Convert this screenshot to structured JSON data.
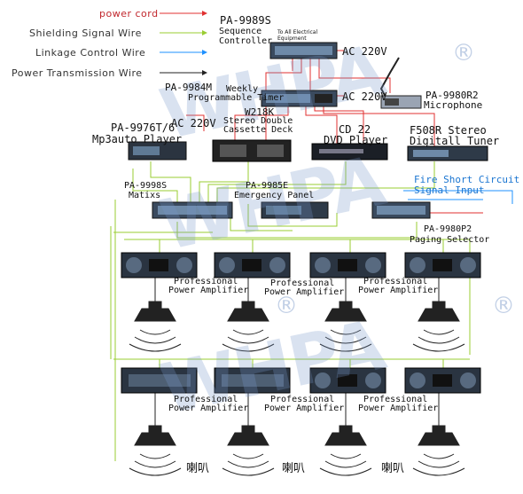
{
  "legend": {
    "power_cord": "power cord",
    "shielding": "Shielding Signal Wire",
    "linkage": "Linkage Control Wire",
    "transmission": "Power Transmission Wire"
  },
  "colors": {
    "power": "#e03030",
    "shielding": "#9acd32",
    "linkage": "#1e90ff",
    "transmission": "#222222",
    "watermark": "#7896c8"
  },
  "devices": {
    "sequence_model": "PA-9989S",
    "sequence_name_1": "Sequence",
    "sequence_name_2": "Controller",
    "sequence_port_1": "To All Electrical",
    "sequence_port_2": "Equipment",
    "ac1": "AC 220V",
    "timer_model": "PA-9984M",
    "timer_name_1": "Weekly",
    "timer_name_2": "Programmable Timer",
    "ac2": "AC 220V",
    "mic_model": "PA-9980R2",
    "mic_name": "Microphone",
    "mp3_model": "PA-9976T/6",
    "mp3_ac": "AC 220V",
    "mp3_name": "Mp3auto Player",
    "cassette_model": "W218K",
    "cassette_name_1": "Stereo Double",
    "cassette_name_2": "Cassette Deck",
    "dvd_model": "CD 22",
    "dvd_name": "DVD Player",
    "tuner_model": "F508R Stereo",
    "tuner_name": "Digitall Tuner",
    "matrix_model": "PA-9998S",
    "matrix_name": "Matixs",
    "emergency_model": "PA-9985E",
    "emergency_name": "Emergency Panel",
    "fire_1": "Fire Short Circuit",
    "fire_2": "Signal Input",
    "paging_model": "PA-9980P2",
    "paging_name": "Paging Selector",
    "amp_label_1": "Professional",
    "amp_label_2": "Power Amplifier",
    "speaker_label": "喇叭"
  },
  "watermark": {
    "text": "WHPA",
    "registered": "®"
  }
}
